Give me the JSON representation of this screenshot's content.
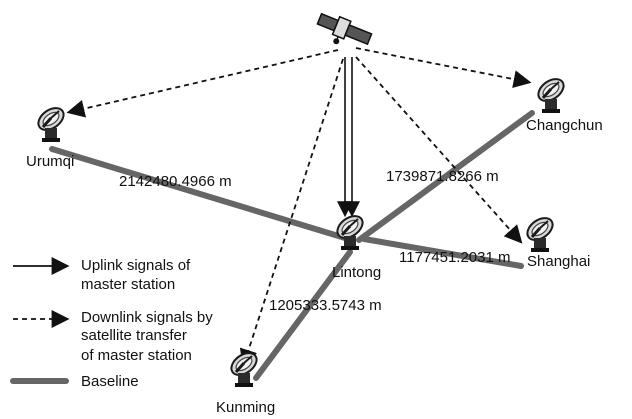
{
  "stations": {
    "urumqi": "Urumqi",
    "changchun": "Changchun",
    "lintong": "Lintong",
    "shanghai": "Shanghai",
    "kunming": "Kunming"
  },
  "baselines": {
    "urumqi_lintong": "2142480.4966 m",
    "changchun_lintong": "1739871.8266 m",
    "lintong_shanghai": "1177451.2031 m",
    "lintong_kunming": "1205333.5743 m"
  },
  "legend": {
    "uplink_line1": "Uplink signals of",
    "uplink_line2": "master station",
    "downlink_line1": "Downlink signals by",
    "downlink_line2": "satellite transfer",
    "downlink_line3": "of master station",
    "baseline": "Baseline"
  },
  "colors": {
    "baseline": "#666666",
    "signal": "#111111",
    "dish": "#222222"
  }
}
